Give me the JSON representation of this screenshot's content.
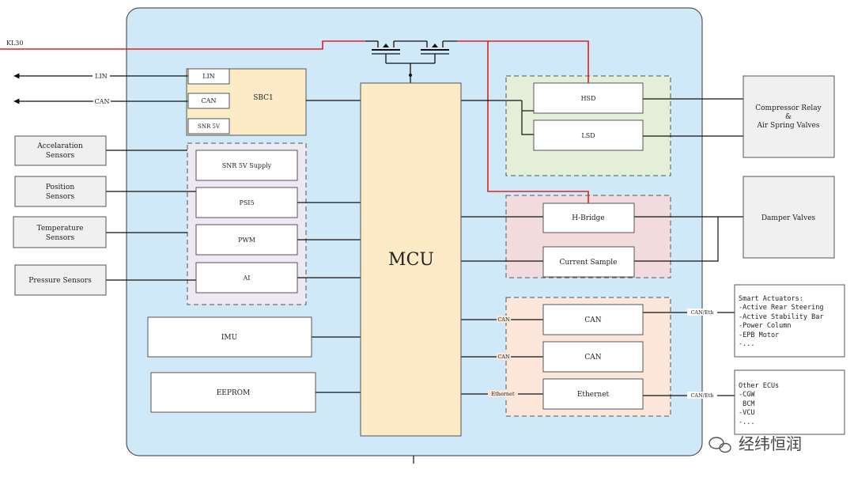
{
  "diagram": {
    "k130_label": "KL30",
    "lin_label": "LIN",
    "can_label": "CAN",
    "sbc": {
      "title": "SBC1",
      "lin": "LIN",
      "can": "CAN",
      "snr": "SNR 5V"
    },
    "sensors": {
      "accel": [
        "Accelaration",
        "Sensors"
      ],
      "position": [
        "Position",
        "Sensors"
      ],
      "temperature": [
        "Temperature",
        "Sensors"
      ],
      "pressure": "Pressure Sensors"
    },
    "inputs": {
      "snr_supply": "SNR 5V Supply",
      "psi5": "PSI5",
      "pwm": "PWM",
      "ai": "AI"
    },
    "imu": "IMU",
    "eeprom": "EEPROM",
    "mcu": "MCU",
    "hsd": "HSD",
    "lsd": "LSD",
    "compressor": [
      "Compressor Relay",
      "&",
      "Air Spring Valves"
    ],
    "hbridge": "H-Bridge",
    "current_sample": "Current Sample",
    "damper": "Damper Valves",
    "comm": {
      "can1": "CAN",
      "can2": "CAN",
      "eth": "Ethernet",
      "lbl_can1": "CAN",
      "lbl_can2": "CAN",
      "lbl_eth": "Ethernet",
      "lbl_out1": "CAN/Eth",
      "lbl_out2": "CAN/Eth"
    },
    "smart_actuators": [
      "Smart Actuators:",
      "-Active Rear Steering",
      "-Active Stability Bar",
      "-Power Column",
      "-EPB Motor",
      "-..."
    ],
    "other_ecus": [
      "Other ECUs",
      "-CGW",
      " BCM",
      "-VCU",
      "-..."
    ],
    "watermark": "经纬恒润"
  },
  "colors": {
    "board": "#cfe9f8",
    "sbc": "#fcebc6",
    "input_group": "#ede8f1",
    "driver_group": "#e4efd9",
    "hbridge_group": "#f2dbdd",
    "comm_group": "#fbe6d9",
    "power_line": "#e02020",
    "mcu": "#fcebc6"
  }
}
